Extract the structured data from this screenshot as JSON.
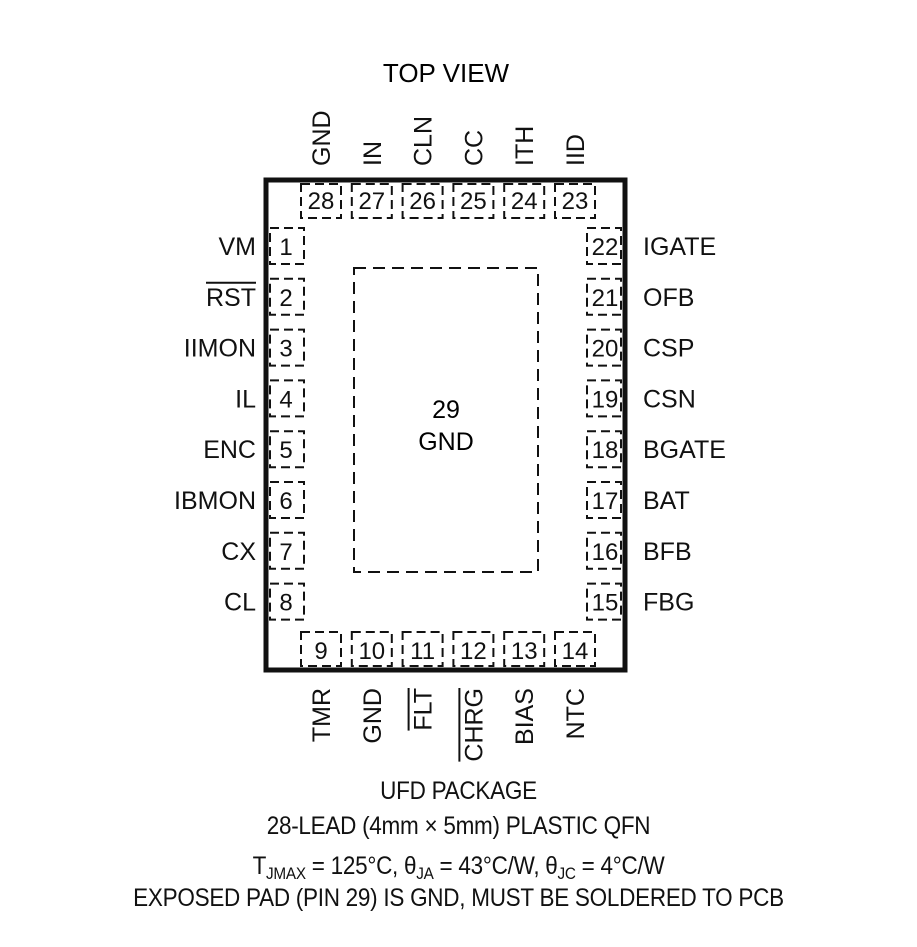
{
  "title": "TOP VIEW",
  "exposed_pad": {
    "pin": "29",
    "name": "GND"
  },
  "pins_top": [
    {
      "num": "28",
      "name": "GND",
      "overbar": false
    },
    {
      "num": "27",
      "name": "IN",
      "overbar": false
    },
    {
      "num": "26",
      "name": "CLN",
      "overbar": false
    },
    {
      "num": "25",
      "name": "CC",
      "overbar": false
    },
    {
      "num": "24",
      "name": "ITH",
      "overbar": false
    },
    {
      "num": "23",
      "name": "IID",
      "overbar": false
    }
  ],
  "pins_left": [
    {
      "num": "1",
      "name": "VM",
      "overbar": false
    },
    {
      "num": "2",
      "name": "RST",
      "overbar": true
    },
    {
      "num": "3",
      "name": "IIMON",
      "overbar": false
    },
    {
      "num": "4",
      "name": "IL",
      "overbar": false
    },
    {
      "num": "5",
      "name": "ENC",
      "overbar": false
    },
    {
      "num": "6",
      "name": "IBMON",
      "overbar": false
    },
    {
      "num": "7",
      "name": "CX",
      "overbar": false
    },
    {
      "num": "8",
      "name": "CL",
      "overbar": false
    }
  ],
  "pins_right": [
    {
      "num": "22",
      "name": "IGATE",
      "overbar": false
    },
    {
      "num": "21",
      "name": "OFB",
      "overbar": false
    },
    {
      "num": "20",
      "name": "CSP",
      "overbar": false
    },
    {
      "num": "19",
      "name": "CSN",
      "overbar": false
    },
    {
      "num": "18",
      "name": "BGATE",
      "overbar": false
    },
    {
      "num": "17",
      "name": "BAT",
      "overbar": false
    },
    {
      "num": "16",
      "name": "BFB",
      "overbar": false
    },
    {
      "num": "15",
      "name": "FBG",
      "overbar": false
    }
  ],
  "pins_bottom": [
    {
      "num": "9",
      "name": "TMR",
      "overbar": false
    },
    {
      "num": "10",
      "name": "GND",
      "overbar": false
    },
    {
      "num": "11",
      "name": "FLT",
      "overbar": true
    },
    {
      "num": "12",
      "name": "CHRG",
      "overbar": true
    },
    {
      "num": "13",
      "name": "BIAS",
      "overbar": false
    },
    {
      "num": "14",
      "name": "NTC",
      "overbar": false
    }
  ],
  "caption": {
    "line1": "UFD PACKAGE",
    "line2": "28-LEAD (4mm × 5mm) PLASTIC QFN",
    "line3": {
      "t_prefix": "T",
      "t_sub": "JMAX",
      "t_rest": " = 125°C, θ",
      "ja_sub": "JA",
      "ja_rest": " = 43°C/W, θ",
      "jc_sub": "JC",
      "jc_rest": " = 4°C/W"
    },
    "line4": "EXPOSED PAD (PIN 29) IS GND, MUST BE SOLDERED TO PCB"
  }
}
